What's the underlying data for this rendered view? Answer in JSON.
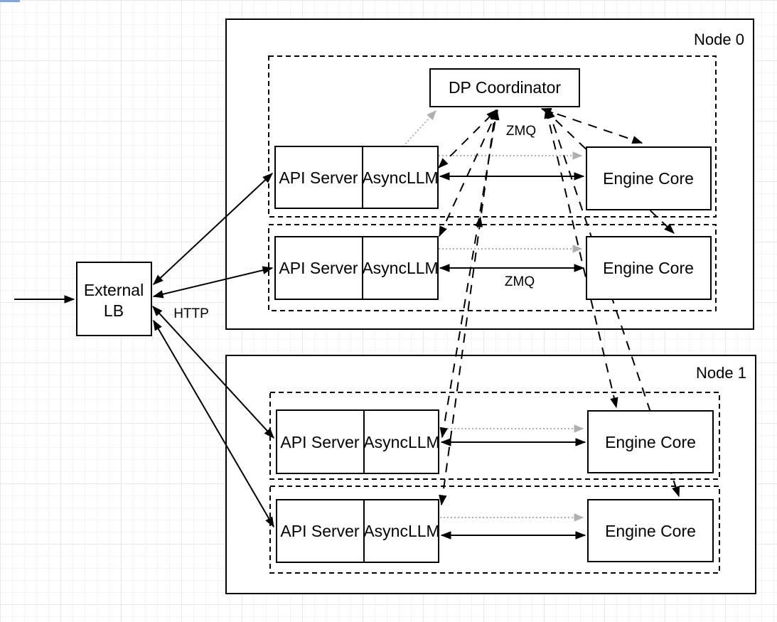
{
  "diagram": {
    "labels": {
      "node0": "Node 0",
      "node1": "Node 1",
      "dp_coordinator": "DP Coordinator",
      "api_server": "API Server",
      "asyncllm": "AsyncLLM",
      "engine_core": "Engine Core",
      "external_lb_line1": "External",
      "external_lb_line2": "LB",
      "http": "HTTP",
      "zmq_top": "ZMQ",
      "zmq_mid": "ZMQ"
    },
    "colors": {
      "stroke": "#000000",
      "box_fill": "#ffffff",
      "gray_arrow": "#b0b0b0",
      "grid_minor": "#f4f4f4",
      "grid_major": "#e8e8e8"
    },
    "connections": [
      {
        "from": "client",
        "to": "External LB",
        "style": "solid-arrow"
      },
      {
        "from": "External LB",
        "to": "API Server node0 rank0",
        "style": "solid-bidirectional",
        "label": "HTTP"
      },
      {
        "from": "External LB",
        "to": "API Server node0 rank1",
        "style": "solid-bidirectional",
        "label": "HTTP"
      },
      {
        "from": "External LB",
        "to": "API Server node1 rank0",
        "style": "solid-bidirectional",
        "label": "HTTP"
      },
      {
        "from": "External LB",
        "to": "API Server node1 rank1",
        "style": "solid-bidirectional",
        "label": "HTTP"
      },
      {
        "from": "AsyncLLM node0 rank0",
        "to": "Engine Core node0 rank0",
        "style": "solid-bidirectional",
        "label": "ZMQ"
      },
      {
        "from": "AsyncLLM node0 rank1",
        "to": "Engine Core node0 rank1",
        "style": "solid-bidirectional",
        "label": "ZMQ"
      },
      {
        "from": "AsyncLLM node1 rank0",
        "to": "Engine Core node1 rank0",
        "style": "solid-bidirectional"
      },
      {
        "from": "AsyncLLM node1 rank1",
        "to": "Engine Core node1 rank1",
        "style": "solid-bidirectional"
      },
      {
        "from": "AsyncLLM node0 rank0",
        "to": "DP Coordinator",
        "style": "gray-dotted-arrow"
      },
      {
        "from": "AsyncLLM node0 rank0",
        "to": "Engine Core node0 rank0",
        "style": "gray-dotted-arrow"
      },
      {
        "from": "AsyncLLM node0 rank1",
        "to": "Engine Core node0 rank1",
        "style": "gray-dotted-arrow"
      },
      {
        "from": "AsyncLLM node1 rank0",
        "to": "Engine Core node1 rank0",
        "style": "gray-dotted-arrow"
      },
      {
        "from": "AsyncLLM node1 rank1",
        "to": "Engine Core node1 rank1",
        "style": "gray-dotted-arrow"
      },
      {
        "from": "DP Coordinator",
        "to": "AsyncLLM node0 rank0",
        "style": "dashed-bidirectional",
        "label": "ZMQ"
      },
      {
        "from": "DP Coordinator",
        "to": "AsyncLLM node0 rank1",
        "style": "dashed-bidirectional",
        "label": "ZMQ"
      },
      {
        "from": "DP Coordinator",
        "to": "AsyncLLM node1 rank0",
        "style": "dashed-bidirectional",
        "label": "ZMQ"
      },
      {
        "from": "DP Coordinator",
        "to": "AsyncLLM node1 rank1",
        "style": "dashed-bidirectional",
        "label": "ZMQ"
      },
      {
        "from": "DP Coordinator",
        "to": "Engine Core node0 rank0",
        "style": "dashed-bidirectional",
        "label": "ZMQ"
      },
      {
        "from": "DP Coordinator",
        "to": "Engine Core node0 rank1",
        "style": "dashed-bidirectional",
        "label": "ZMQ"
      },
      {
        "from": "DP Coordinator",
        "to": "Engine Core node1 rank0",
        "style": "dashed-bidirectional",
        "label": "ZMQ"
      },
      {
        "from": "DP Coordinator",
        "to": "Engine Core node1 rank1",
        "style": "dashed-bidirectional",
        "label": "ZMQ"
      }
    ]
  }
}
